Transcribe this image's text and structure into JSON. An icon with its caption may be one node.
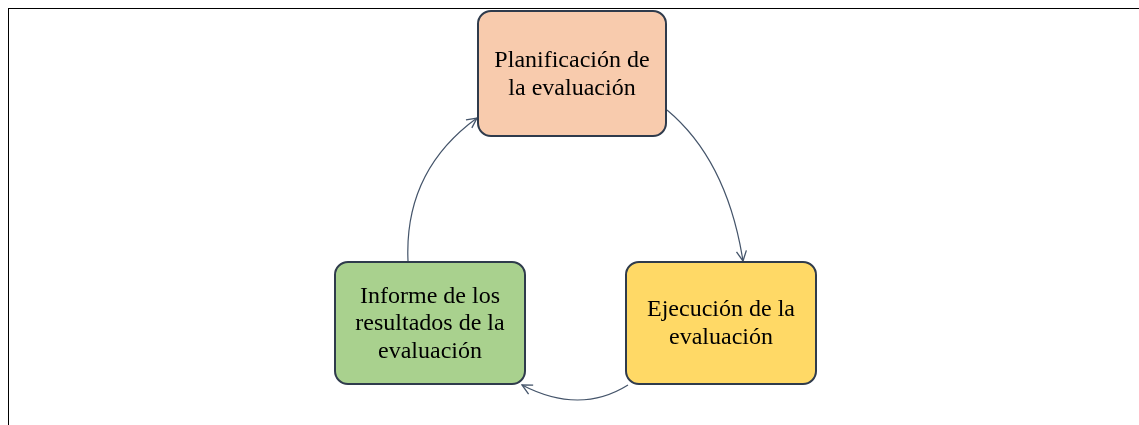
{
  "diagram": {
    "nodes": [
      {
        "text": [
          "Planificación de la evaluación"
        ]
      },
      {
        "text": [
          "Ejecución de la evaluación"
        ]
      },
      {
        "text": [
          "Informe de los resultados de la evaluación"
        ]
      }
    ],
    "edges": [
      {
        "from": 0,
        "to": 1,
        "arrow": "to"
      },
      {
        "from": 1,
        "to": 2,
        "arrow": "to"
      },
      {
        "from": 2,
        "to": 0,
        "arrow": "to"
      }
    ]
  }
}
